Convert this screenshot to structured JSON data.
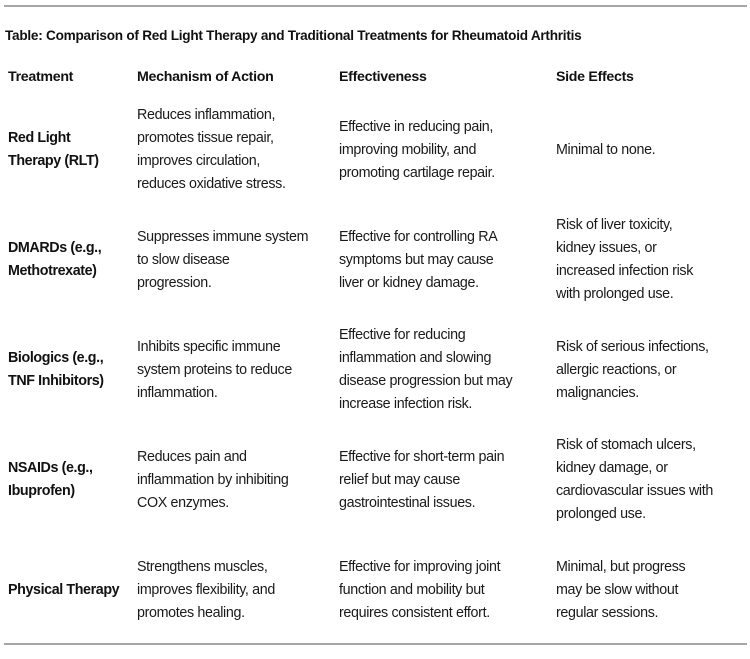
{
  "title": "Table: Comparison of Red Light Therapy and Traditional Treatments for Rheumatoid Arthritis",
  "columns": [
    "Treatment",
    "Mechanism of Action",
    "Effectiveness",
    "Side Effects"
  ],
  "rows": [
    {
      "treatment": [
        "Red Light",
        "Therapy (RLT)"
      ],
      "mechanism": [
        "Reduces inflammation,",
        "promotes tissue repair,",
        "improves circulation,",
        "reduces oxidative stress."
      ],
      "effectiveness": [
        "Effective in reducing pain,",
        "improving mobility, and",
        "promoting cartilage repair."
      ],
      "side_effects": [
        "Minimal to none."
      ]
    },
    {
      "treatment": [
        "DMARDs (e.g.,",
        "Methotrexate)"
      ],
      "mechanism": [
        "Suppresses immune system",
        "to slow disease",
        "progression."
      ],
      "effectiveness": [
        "Effective for controlling RA",
        "symptoms but may cause",
        "liver or kidney damage."
      ],
      "side_effects": [
        "Risk of liver toxicity,",
        "kidney issues, or",
        "increased infection risk",
        "with prolonged use."
      ]
    },
    {
      "treatment": [
        "Biologics (e.g.,",
        "TNF Inhibitors)"
      ],
      "mechanism": [
        "Inhibits specific immune",
        "system proteins to reduce",
        "inflammation."
      ],
      "effectiveness": [
        "Effective for reducing",
        "inflammation and slowing",
        "disease progression but may",
        "increase infection risk."
      ],
      "side_effects": [
        "Risk of serious infections,",
        "allergic reactions, or",
        "malignancies."
      ]
    },
    {
      "treatment": [
        "NSAIDs (e.g.,",
        "Ibuprofen)"
      ],
      "mechanism": [
        "Reduces pain and",
        "inflammation by inhibiting",
        "COX enzymes."
      ],
      "effectiveness": [
        "Effective for short-term pain",
        "relief but may cause",
        "gastrointestinal issues."
      ],
      "side_effects": [
        "Risk of stomach ulcers,",
        "kidney damage, or",
        "cardiovascular issues with",
        "prolonged use."
      ]
    },
    {
      "treatment": [
        "Physical Therapy"
      ],
      "mechanism": [
        "Strengthens muscles,",
        "improves flexibility, and",
        "promotes healing."
      ],
      "effectiveness": [
        "Effective for improving joint",
        "function and mobility but",
        "requires consistent effort."
      ],
      "side_effects": [
        "Minimal, but progress",
        "may be slow without",
        "regular sessions."
      ]
    }
  ],
  "colors": {
    "rule": "#a6a6a6",
    "text": "#1a1a1a"
  }
}
